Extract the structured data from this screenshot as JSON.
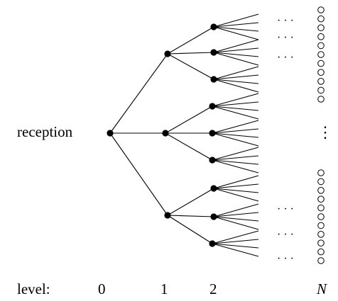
{
  "root_label": "reception",
  "level_caption": "level:",
  "level_ticks": [
    "0",
    "1",
    "2",
    "N"
  ],
  "ellipsis_h": "· · ·",
  "ellipsis_v": "⋮",
  "tree": {
    "children_of_root": 3,
    "children_per_level1": 3,
    "fan_lines_per_level2": 4
  }
}
